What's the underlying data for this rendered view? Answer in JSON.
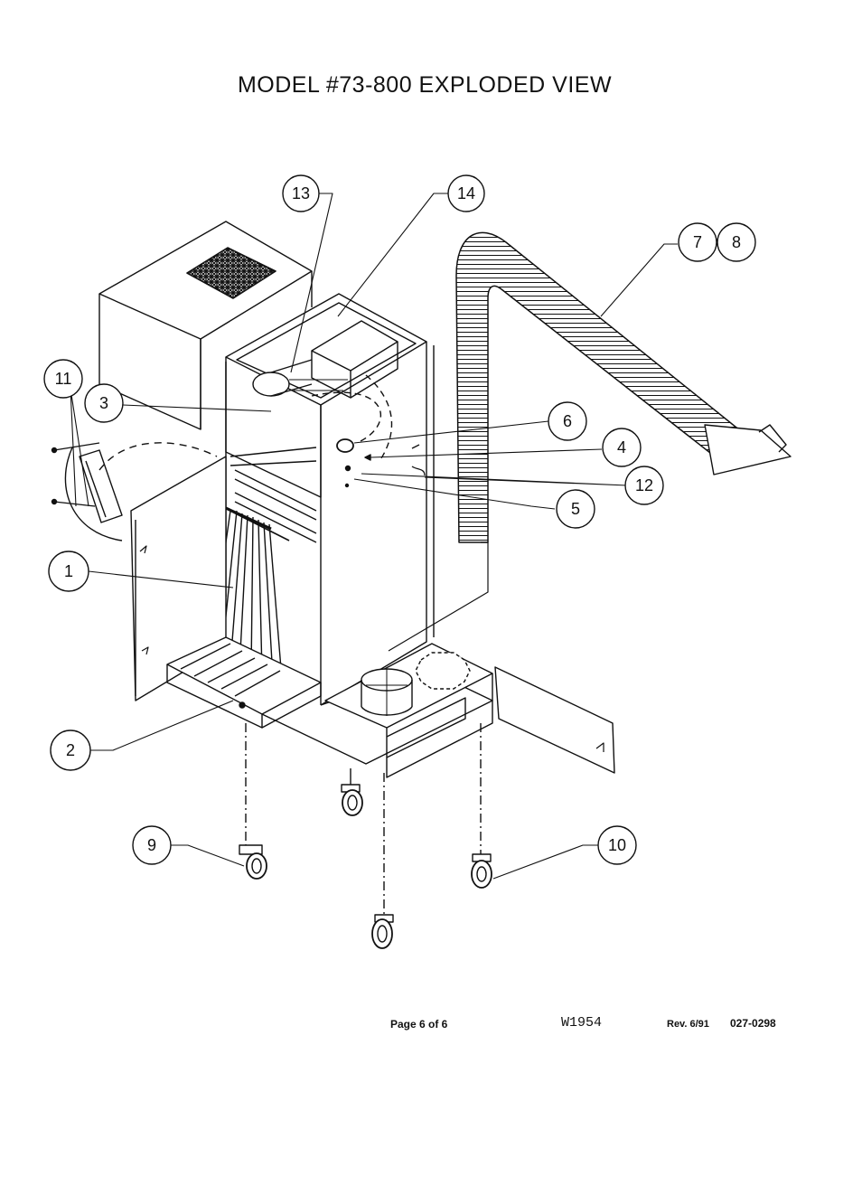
{
  "title": "MODEL #73-800  EXPLODED VIEW",
  "callouts": {
    "c1": "1",
    "c2": "2",
    "c3": "3",
    "c4": "4",
    "c5": "5",
    "c6": "6",
    "c7": "7",
    "c8": "8",
    "c9": "9",
    "c10": "10",
    "c11": "11",
    "c12": "12",
    "c13": "13",
    "c14": "14"
  },
  "footer": {
    "page": "Page 6 of 6",
    "code": "W1954",
    "revision": "Rev. 6/91",
    "part_number": "027-0298"
  }
}
